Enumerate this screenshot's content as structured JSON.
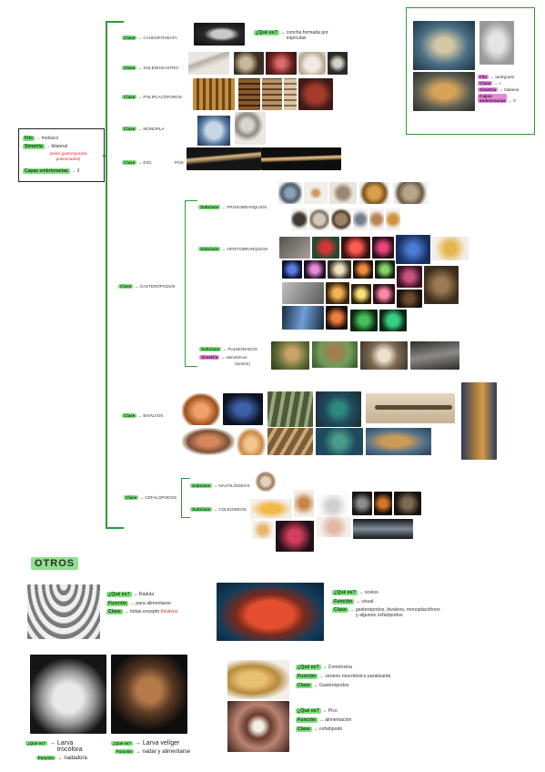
{
  "summary": {
    "filo_key": "Filo",
    "filo_val": "molusco",
    "sim_key": "Simetría",
    "sim_val": "bilateral",
    "sim_note": "(salvo gasterópodos pulmonados)",
    "capas_key": "Capas embrionarias",
    "capas_val": "3"
  },
  "classes": [
    {
      "label": "Clase",
      "name": "Caudofoveata",
      "note_q": "¿Qué es?",
      "note_a": "concha formada por espículas"
    },
    {
      "label": "Clase",
      "name": "Solenogastro"
    },
    {
      "label": "Clase",
      "name": "Poliplacóforos"
    },
    {
      "label": "Clase",
      "name": "Monopla"
    },
    {
      "label": "Clase",
      "name": "Esc",
      "name2": "pos"
    },
    {
      "label": "Clase",
      "name": "Gasterópodos"
    },
    {
      "label": "Clase",
      "name": "Bivalvos"
    },
    {
      "label": "Clase",
      "name": "Cefalópodos"
    }
  ],
  "gastro_sub": [
    {
      "label": "Subclase",
      "name": "Prosobranquios"
    },
    {
      "label": "Subclase",
      "name": "Opistobranquios"
    },
    {
      "label": "Subclase",
      "name": "Pulmonados",
      "sim_key": "Simetría",
      "sim_val": "asimétricos",
      "sim_note": "(torsión)"
    }
  ],
  "cefalo_sub": [
    {
      "label": "Subclase",
      "name": "Nautiloideos"
    },
    {
      "label": "Subclase",
      "name": "Coleoideos"
    }
  ],
  "side_box": {
    "filo_key": "Filo",
    "filo_val": "tardígrado",
    "clase_key": "Clase",
    "clase_val": "x",
    "sim_key": "Simetría",
    "sim_val": "bilateral",
    "capas_key": "Capas embrionarias",
    "capas_val": "3"
  },
  "otros": {
    "title": "OTROS",
    "radula": {
      "q_key": "¿Qué es?",
      "q_val": "Rádula",
      "f_key": "Función",
      "f_val": "para alimentarse",
      "c_key": "Clase",
      "c_val": "todas excepto",
      "c_red": "bivalvos"
    },
    "ocelos": {
      "q_key": "¿Qué es?",
      "q_val": "ocelos",
      "f_key": "Función",
      "f_val": "visual",
      "c_key": "Clase",
      "c_val": "gasterópodos, bivalvos, monoplacóforos y algunos cefalópodos"
    },
    "conotoxina": {
      "q_key": "¿Qué es?",
      "q_val": "Conotoxina",
      "f_key": "Función",
      "f_val": "veneno neurotóxico paralizante",
      "c_key": "Clase",
      "c_val": "Gasterópodos"
    },
    "pico": {
      "q_key": "¿Qué es?",
      "q_val": "Pico",
      "f_key": "Función",
      "f_val": "alimentación",
      "c_key": "Clase",
      "c_val": "cefalópodo"
    },
    "trocofora": {
      "q_key": "¿Qué es?",
      "q_val": "Larva trocófora",
      "f_key": "Función",
      "f_val": "nadadora"
    },
    "veliger": {
      "q_key": "¿Qué es?",
      "q_val": "Larva velíger",
      "f_key": "Función",
      "f_val": "nadar y alimentarse"
    }
  },
  "colors": {
    "green_line": "#2d9a35",
    "highlight_green": "#7ee07e",
    "highlight_pink": "#e58ad9",
    "red_text": "#e0252a"
  }
}
